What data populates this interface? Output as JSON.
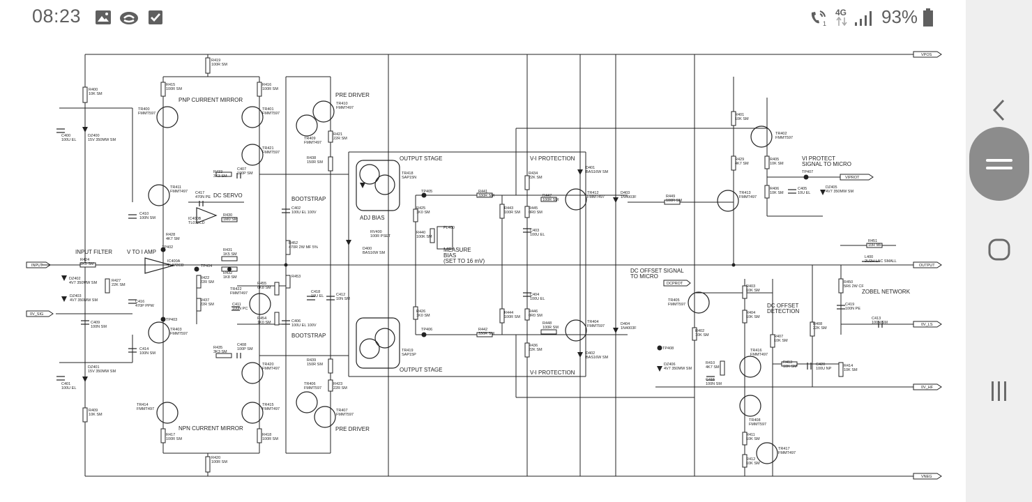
{
  "status_bar": {
    "time": "08:23",
    "left_icons": [
      "gallery-icon",
      "cloud-sync-icon",
      "checkbox-icon"
    ],
    "right_icons": [
      "wifi-calling-icon",
      "network-4g-icon",
      "signal-bars-icon",
      "battery-icon"
    ],
    "network": "4G",
    "sim": "1",
    "battery": "93%"
  },
  "nav_bar": {
    "buttons": [
      "back-icon",
      "home-pill-icon",
      "home-circle-icon",
      "recents-icon"
    ]
  },
  "schematic": {
    "rails": {
      "vpos": "VPOS",
      "vneg": "VNEG",
      "output": "OUTPUT",
      "input": "INPUT",
      "ov_sig": "0V_SIG",
      "ov_hf": "0V_HF",
      "ov_ls": "0V_LS",
      "viprot": "VIPROT",
      "dcprot": "DCPROT"
    },
    "titles": {
      "pnp_mirror": "PNP CURRENT MIRROR",
      "npn_mirror": "NPN CURRENT MIRROR",
      "pre_driver_top": "PRE DRIVER",
      "pre_driver_bot": "PRE DRIVER",
      "output_stage_top": "OUTPUT STAGE",
      "output_stage_bot": "OUTPUT STAGE",
      "vi_protection_top": "V-I PROTECTION",
      "vi_protection_bot": "V-I PROTECTION",
      "dc_servo": "DC SERVO",
      "input_filter": "INPUT FILTER",
      "v_to_i": "V TO I AMP",
      "bootstrap_top": "BOOTSTRAP",
      "bootstrap_bot": "BOOTSTRAP",
      "adj_bias": "ADJ BIAS",
      "measure_bias": "MEASURE",
      "measure_bias2": "BIAS",
      "measure_bias3": "(SET TO 16 mV)",
      "vi_protect_signal": "VI PROTECT",
      "vi_protect_signal2": "SIGNAL TO MICRO",
      "dc_offset_signal": "DC OFFSET SIGNAL",
      "dc_offset_signal2": "TO MICRO",
      "zobel": "ZOBEL NETWORK",
      "dc_offset_det": "DC OFFSET",
      "dc_offset_det2": "DETECTION"
    },
    "labels": [
      {
        "t": "R419",
        "s": "100R SM"
      },
      {
        "t": "R400",
        "s": "10K SM"
      },
      {
        "t": "R415",
        "s": "100R SM"
      },
      {
        "t": "R416",
        "s": "100R SM"
      },
      {
        "t": "TR400",
        "s": "FMMT597"
      },
      {
        "t": "TR401",
        "s": "FMMT597"
      },
      {
        "t": "TR410",
        "s": "FMMT497"
      },
      {
        "t": "TR409",
        "s": "FMMT497"
      },
      {
        "t": "R421",
        "s": "22R SM"
      },
      {
        "t": "C400",
        "s": "100U EL"
      },
      {
        "t": "DZ400",
        "s": "15V 350MW SM"
      },
      {
        "t": "TR421",
        "s": "FMMT597"
      },
      {
        "t": "R438",
        "s": "150R SM"
      },
      {
        "t": "R433",
        "s": "3K3 SM"
      },
      {
        "t": "C407",
        "s": "100P SM"
      },
      {
        "t": "TR411",
        "s": "FMMT497"
      },
      {
        "t": "C417",
        "s": "470N PE"
      },
      {
        "t": "C410",
        "s": "100N SM"
      },
      {
        "t": "IC400B",
        "s": "TL072CD"
      },
      {
        "t": "R430",
        "s": "1M0 SM"
      },
      {
        "t": "R428",
        "s": "4K7 SM"
      },
      {
        "t": "C402",
        "s": "100U EL 100V"
      },
      {
        "t": "R452",
        "s": "470R 2W MF 5%"
      },
      {
        "t": "R431",
        "s": "1K5 SM"
      },
      {
        "t": "R432",
        "s": "1K8 SM"
      },
      {
        "t": "R424",
        "s": "1K0 SM"
      },
      {
        "t": "IC400A",
        "s": "TL072CD"
      },
      {
        "t": "R422",
        "s": "22R SM"
      },
      {
        "t": "DZ402",
        "s": "4V7 350MW SM"
      },
      {
        "t": "R427",
        "s": "22K SM"
      },
      {
        "t": "DZ403",
        "s": "4V7 350MW SM"
      },
      {
        "t": "C416",
        "s": "470P PPW"
      },
      {
        "t": "C409",
        "s": "100N SM"
      },
      {
        "t": "R437",
        "s": "22R SM"
      },
      {
        "t": "TR422",
        "s": "FMMT497"
      },
      {
        "t": "C411",
        "s": "100N PC"
      },
      {
        "t": "R455",
        "s": "6K8 SM"
      },
      {
        "t": "R454",
        "s": "1K0 SM"
      },
      {
        "t": "R453",
        "s": ""
      },
      {
        "t": "C418",
        "s": "10U EL"
      },
      {
        "t": "C412",
        "s": "10N SM"
      },
      {
        "t": "C406",
        "s": "100U EL 100V"
      },
      {
        "t": "TR403",
        "s": "FMMT597"
      },
      {
        "t": "C414",
        "s": "100N SM"
      },
      {
        "t": "DZ401",
        "s": "15V 350MW SM"
      },
      {
        "t": "C401",
        "s": "100U EL"
      },
      {
        "t": "R409",
        "s": "10K SM"
      },
      {
        "t": "R435",
        "s": "3K3 SM"
      },
      {
        "t": "C408",
        "s": "100P SM"
      },
      {
        "t": "TR420",
        "s": "FMMT497"
      },
      {
        "t": "TR414",
        "s": "FMMT497"
      },
      {
        "t": "TR415",
        "s": "FMMT497"
      },
      {
        "t": "R417",
        "s": "100R SM"
      },
      {
        "t": "R418",
        "s": "100R SM"
      },
      {
        "t": "R420",
        "s": "100R SM"
      },
      {
        "t": "R439",
        "s": "150R SM"
      },
      {
        "t": "TR406",
        "s": "FMMT597"
      },
      {
        "t": "R423",
        "s": "22R SM"
      },
      {
        "t": "TR407",
        "s": "FMMT597"
      },
      {
        "t": "TR418",
        "s": "SAP15N"
      },
      {
        "t": "TR419",
        "s": "SAP15P"
      },
      {
        "t": "R425",
        "s": "1K0 SM"
      },
      {
        "t": "R440",
        "s": "100K SM"
      },
      {
        "t": "RV400",
        "s": "100R PSET"
      },
      {
        "t": "PL400",
        "s": ""
      },
      {
        "t": "D400",
        "s": "BAS16W SM"
      },
      {
        "t": "R426",
        "s": "1K0 SM"
      },
      {
        "t": "R441",
        "s": "330R SM"
      },
      {
        "t": "R442",
        "s": "330R SM"
      },
      {
        "t": "R443",
        "s": "100R SM"
      },
      {
        "t": "R444",
        "s": "100R SM"
      },
      {
        "t": "R434",
        "s": "22K SM"
      },
      {
        "t": "R445",
        "s": "0R0 SM"
      },
      {
        "t": "C403",
        "s": "100U EL"
      },
      {
        "t": "R447",
        "s": "100R SM"
      },
      {
        "t": "TR412",
        "s": "FMMT497"
      },
      {
        "t": "D401",
        "s": "BAS16W SM"
      },
      {
        "t": "D403",
        "s": "1N4003F"
      },
      {
        "t": "C404",
        "s": "100U EL"
      },
      {
        "t": "R446",
        "s": "0R0 SM"
      },
      {
        "t": "R448",
        "s": "100R SM"
      },
      {
        "t": "TR404",
        "s": "FMMT597"
      },
      {
        "t": "R436",
        "s": "22K SM"
      },
      {
        "t": "D402",
        "s": "BAS16W SM"
      },
      {
        "t": "D404",
        "s": "1N4003F"
      },
      {
        "t": "R449",
        "s": "100R SM"
      },
      {
        "t": "R401",
        "s": "10K SM"
      },
      {
        "t": "TR402",
        "s": "FMMT597"
      },
      {
        "t": "R429",
        "s": "4K7 SM"
      },
      {
        "t": "R405",
        "s": "10K SM"
      },
      {
        "t": "R406",
        "s": "10K SM"
      },
      {
        "t": "C405",
        "s": "10U EL"
      },
      {
        "t": "DZ405",
        "s": "4V7 350MW SM"
      },
      {
        "t": "TR413",
        "s": "FMMT497"
      },
      {
        "t": "R451",
        "s": "10R MF"
      },
      {
        "t": "L400",
        "s": "2U2H LAC SMALL"
      },
      {
        "t": "R450",
        "s": "5R6 2W CF"
      },
      {
        "t": "C419",
        "s": "100N PE"
      },
      {
        "t": "C413",
        "s": "100N SM"
      },
      {
        "t": "TR405",
        "s": "FMMT597"
      },
      {
        "t": "R403",
        "s": "10K SM"
      },
      {
        "t": "R404",
        "s": "10K SM"
      },
      {
        "t": "R402",
        "s": "10K SM"
      },
      {
        "t": "R407",
        "s": "10K SM"
      },
      {
        "t": "R408",
        "s": "22K SM"
      },
      {
        "t": "TR416",
        "s": "FMMT497"
      },
      {
        "t": "R413",
        "s": "10K SM"
      },
      {
        "t": "C420",
        "s": "100U NP"
      },
      {
        "t": "R414",
        "s": "10K SM"
      },
      {
        "t": "DZ406",
        "s": "4V7 350MW SM"
      },
      {
        "t": "R410",
        "s": "4K7 SM"
      },
      {
        "t": "C415",
        "s": "100N SM"
      },
      {
        "t": "TR408",
        "s": "FMMT597"
      },
      {
        "t": "R411",
        "s": "10K SM"
      },
      {
        "t": "R412",
        "s": "10K SM"
      },
      {
        "t": "TR417",
        "s": "FMMT497"
      }
    ],
    "testpoints": [
      "TP402",
      "TP404",
      "TP403",
      "TP405",
      "TP406",
      "TP407",
      "TP408"
    ]
  }
}
